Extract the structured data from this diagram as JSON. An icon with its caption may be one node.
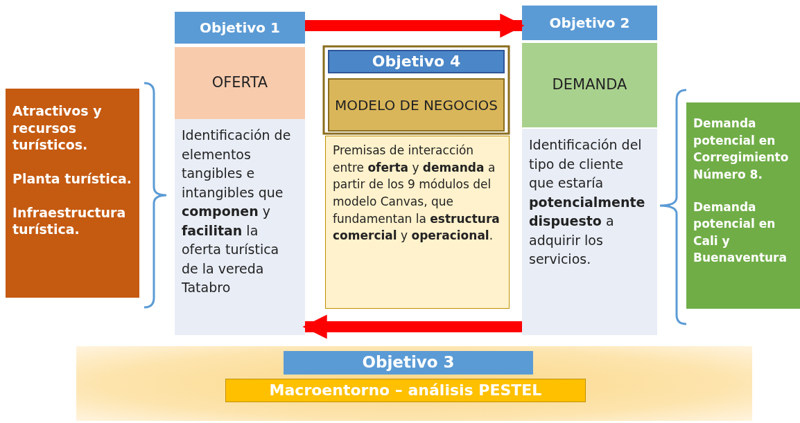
{
  "diagram": {
    "nodes": [
      {
        "text": [
          "Atractivos y recursos turísticos.",
          "Planta turística.",
          "Infraestructura turística."
        ]
      },
      {
        "text": [
          "Objetivo 1"
        ]
      },
      {
        "text": [
          "OFERTA"
        ]
      },
      {
        "text": [
          "Identificación de elementos tangibles e intangibles que **componen** y **facilitan** la oferta turística de la vereda Tatabro"
        ]
      },
      {
        "text": [
          "Objetivo 4"
        ]
      },
      {
        "text": [
          "MODELO DE NEGOCIOS"
        ]
      },
      {
        "text": [
          "Premisas de interacción entre **oferta** y **demanda** a partir de los 9 módulos del modelo Canvas, que fundamentan la **estructura comercial** y **operacional**."
        ]
      },
      {
        "text": [
          "Objetivo 2"
        ]
      },
      {
        "text": [
          "DEMANDA"
        ]
      },
      {
        "text": [
          "Identificación del tipo de cliente que estaría **potencialmente dispuesto** a adquirir los servicios."
        ]
      },
      {
        "text": [
          "Demanda potencial en Corregimiento Número 8.",
          "Demanda potencial en Cali y Buenaventura"
        ]
      },
      {
        "text": [],
        "shape": "band"
      },
      {
        "text": [
          "Objetivo 3"
        ],
        "in": 11
      },
      {
        "text": [
          "Macroentorno – análisis PESTEL"
        ],
        "in": 11
      }
    ],
    "edges": [
      {
        "from": 1,
        "to": 7,
        "arrow": "to",
        "color": "#ff0000"
      },
      {
        "from": 9,
        "to": 3,
        "arrow": "to",
        "color": "#ff0000"
      }
    ]
  }
}
